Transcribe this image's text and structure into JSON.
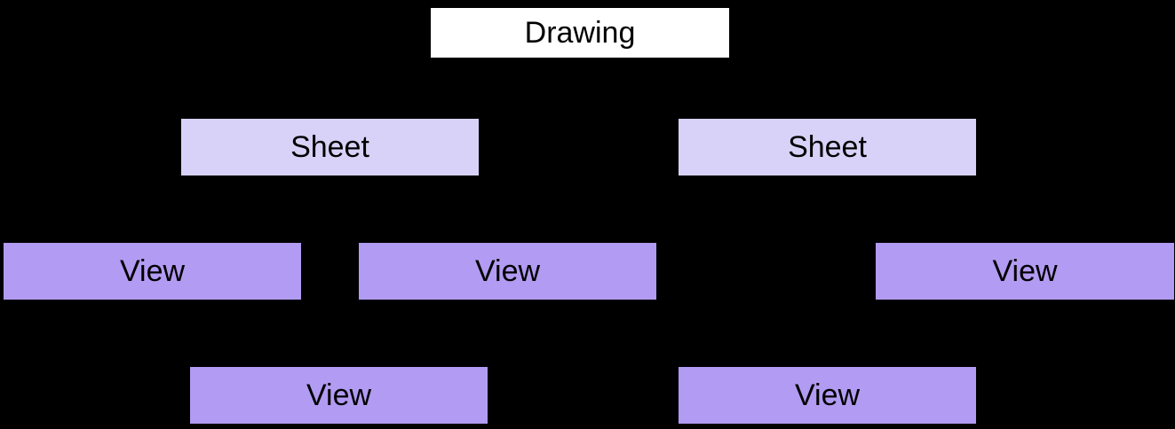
{
  "diagram": {
    "background_color": "#000000",
    "text_color": "#000000",
    "node_colors": {
      "drawing_fill": "#ffffff",
      "sheet_fill": "#d9d2f8",
      "view_fill": "#b29bf2"
    },
    "nodes": {
      "drawing": {
        "label": "Drawing"
      },
      "sheet1": {
        "label": "Sheet"
      },
      "sheet2": {
        "label": "Sheet"
      },
      "view1": {
        "label": "View"
      },
      "view2": {
        "label": "View"
      },
      "view3": {
        "label": "View"
      },
      "view4": {
        "label": "View"
      },
      "view5": {
        "label": "View"
      }
    }
  }
}
